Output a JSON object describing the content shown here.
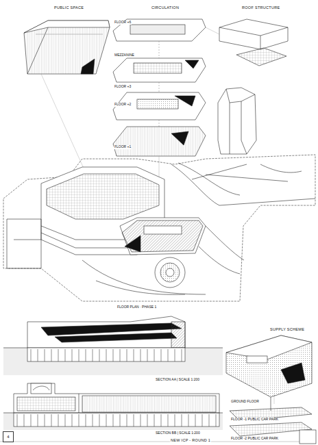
{
  "diagram": {
    "nodes": [
      {
        "text": [
          "4"
        ]
      }
    ],
    "labels": [
      "PUBLIC SPACE",
      "CIRCULATION",
      "ROOF STRUCTURE",
      "SUPPLY SCHEME",
      "FLOOR +6",
      "MEZZANINE",
      "FLOOR +3",
      "FLOOR +2",
      "FLOOR +1",
      "FLOOR PLAN · PHASE 1",
      "SECTION AA | SCALE 1:200",
      "SECTION BB | SCALE 1:200",
      "NEW ICP - ROUND 1",
      "GROUND FLOOR",
      "FLOOR -1 PUBLIC CAR PARK",
      "FLOOR -2 PUBLIC CAR PARK"
    ]
  }
}
